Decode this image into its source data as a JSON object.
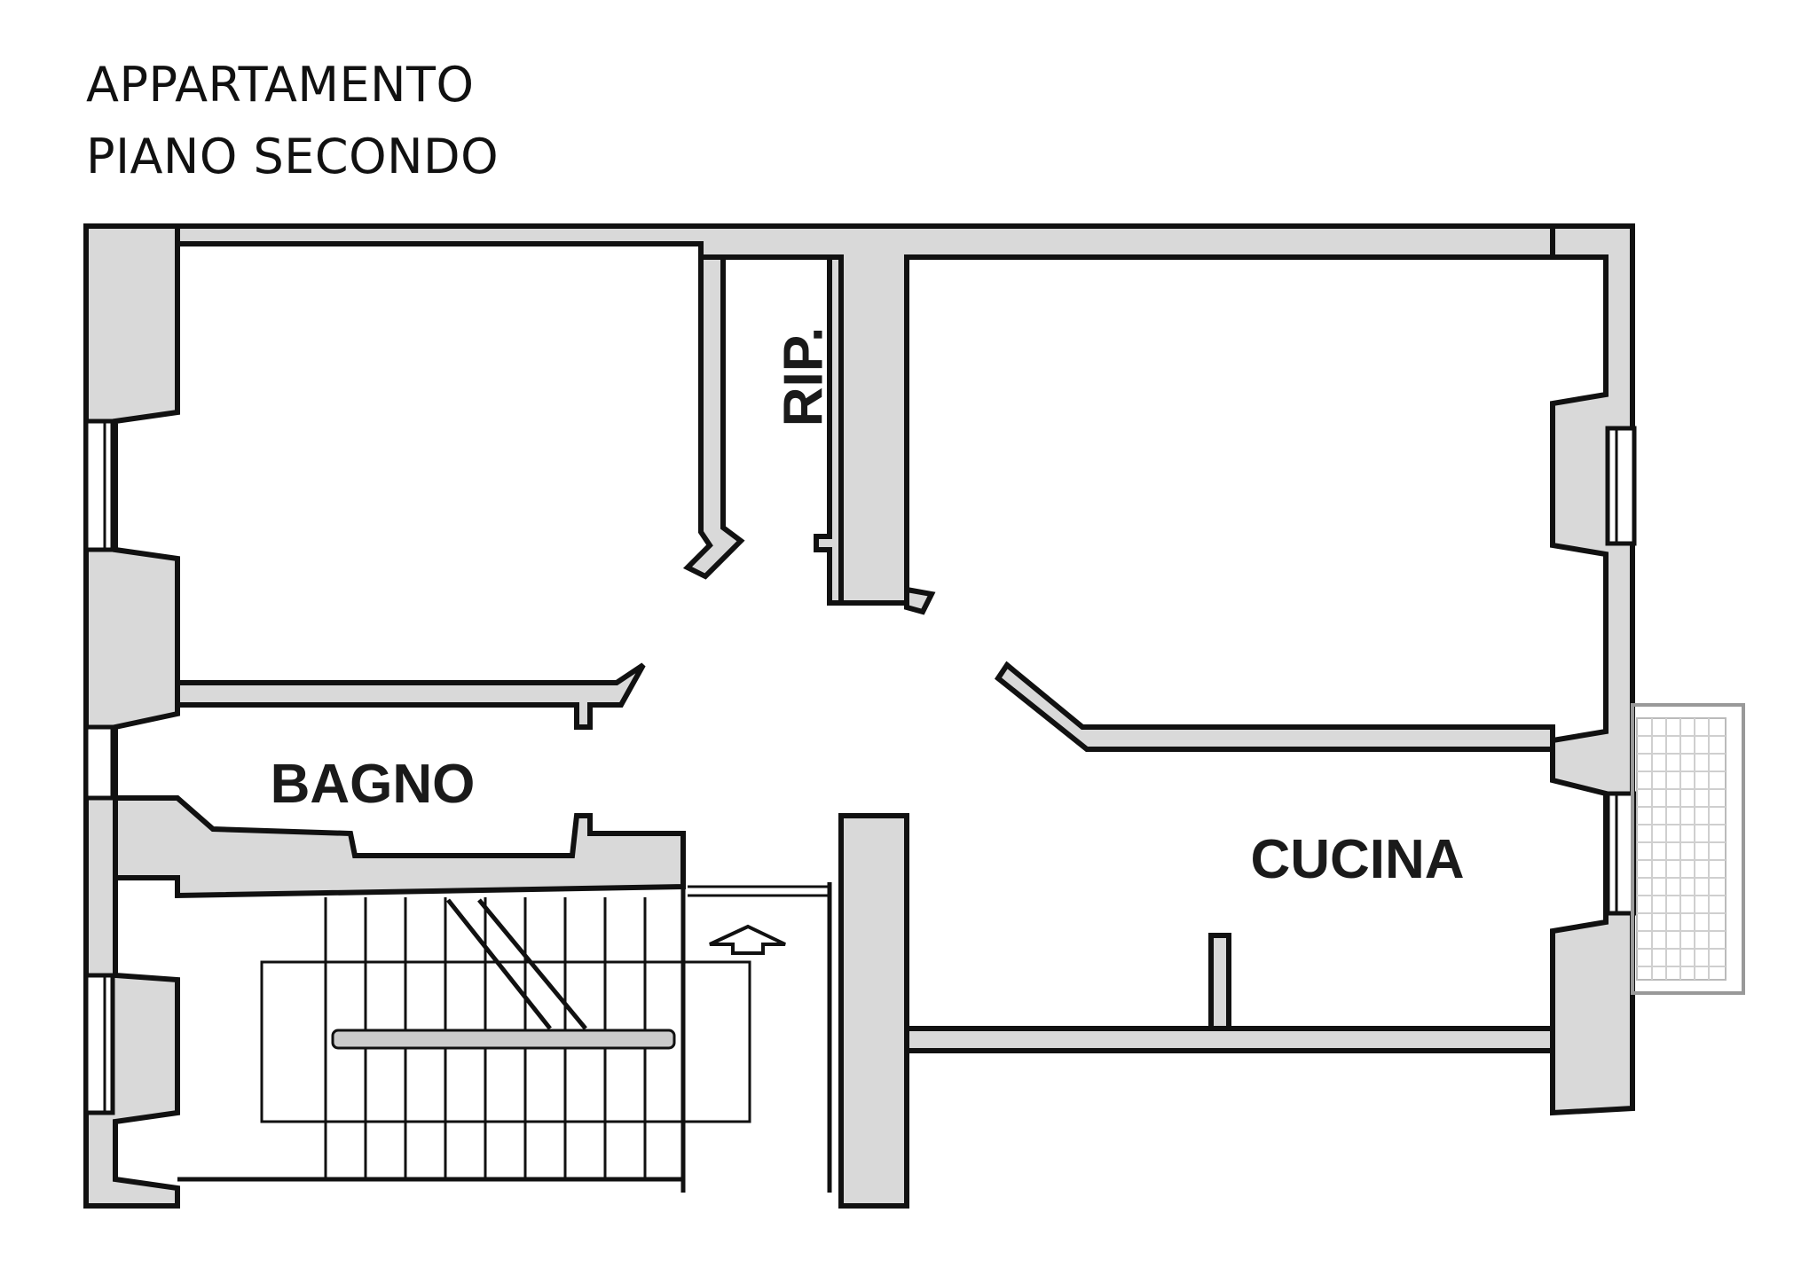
{
  "header": {
    "line1": "APPARTAMENTO",
    "line2": "PIANO SECONDO"
  },
  "rooms": {
    "rip": "RIP.",
    "bagno": "BAGNO",
    "cucina": "CUCINA"
  },
  "colors": {
    "wall_fill": "#d9d9d9",
    "line": "#111111",
    "background": "#ffffff"
  }
}
